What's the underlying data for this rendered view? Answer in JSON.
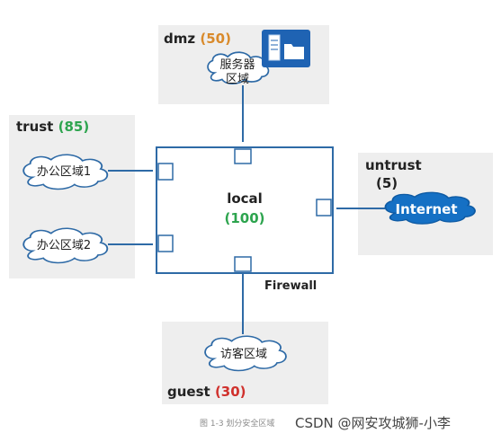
{
  "zones": {
    "dmz": {
      "name": "dmz",
      "priority": "(50)"
    },
    "trust": {
      "name": "trust",
      "priority": "(85)"
    },
    "untrust": {
      "name": "untrust",
      "priority": "(5)"
    },
    "guest": {
      "name": "guest",
      "priority": "(30)"
    },
    "local": {
      "name": "local",
      "priority": "(100)"
    }
  },
  "clouds": {
    "server": {
      "line1": "服务器",
      "line2": "区域"
    },
    "office1": "办公区域1",
    "office2": "办公区域2",
    "internet": "Internet",
    "guest": "访客区域"
  },
  "device": {
    "label": "Firewall"
  },
  "caption": "图 1-3 划分安全区域",
  "watermark": "CSDN @网安攻城狮-小李",
  "colors": {
    "zone_bg": "#eeeeee",
    "firewall_border": "#2e6aa6",
    "link": "#2e6aa6",
    "priority_dmz": "#d98a2b",
    "priority_trust": "#2da44e",
    "priority_untrust": "#d0312d",
    "priority_guest": "#d0312d",
    "priority_local": "#2da44e",
    "internet_cloud": "#1570c4",
    "server_icon": "#1f63b3"
  }
}
